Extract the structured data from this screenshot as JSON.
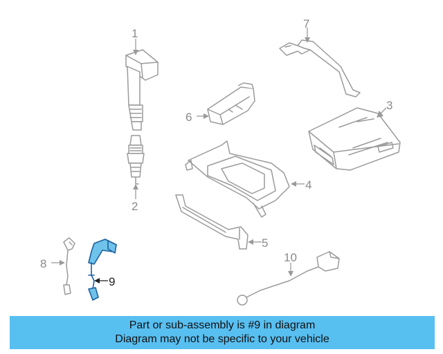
{
  "callouts": [
    "1",
    "2",
    "3",
    "4",
    "5",
    "6",
    "7",
    "8",
    "9",
    "10"
  ],
  "highlighted_callout": "9",
  "colors": {
    "highlight_fill": "#6fc3ea",
    "highlight_stroke": "#1b5f9e",
    "banner_background": "#58bff1",
    "part_stroke": "#9a9a9a"
  },
  "banner": {
    "line1": "Part or sub-assembly is #9 in diagram",
    "line2": "Diagram may not be specific to your vehicle"
  }
}
